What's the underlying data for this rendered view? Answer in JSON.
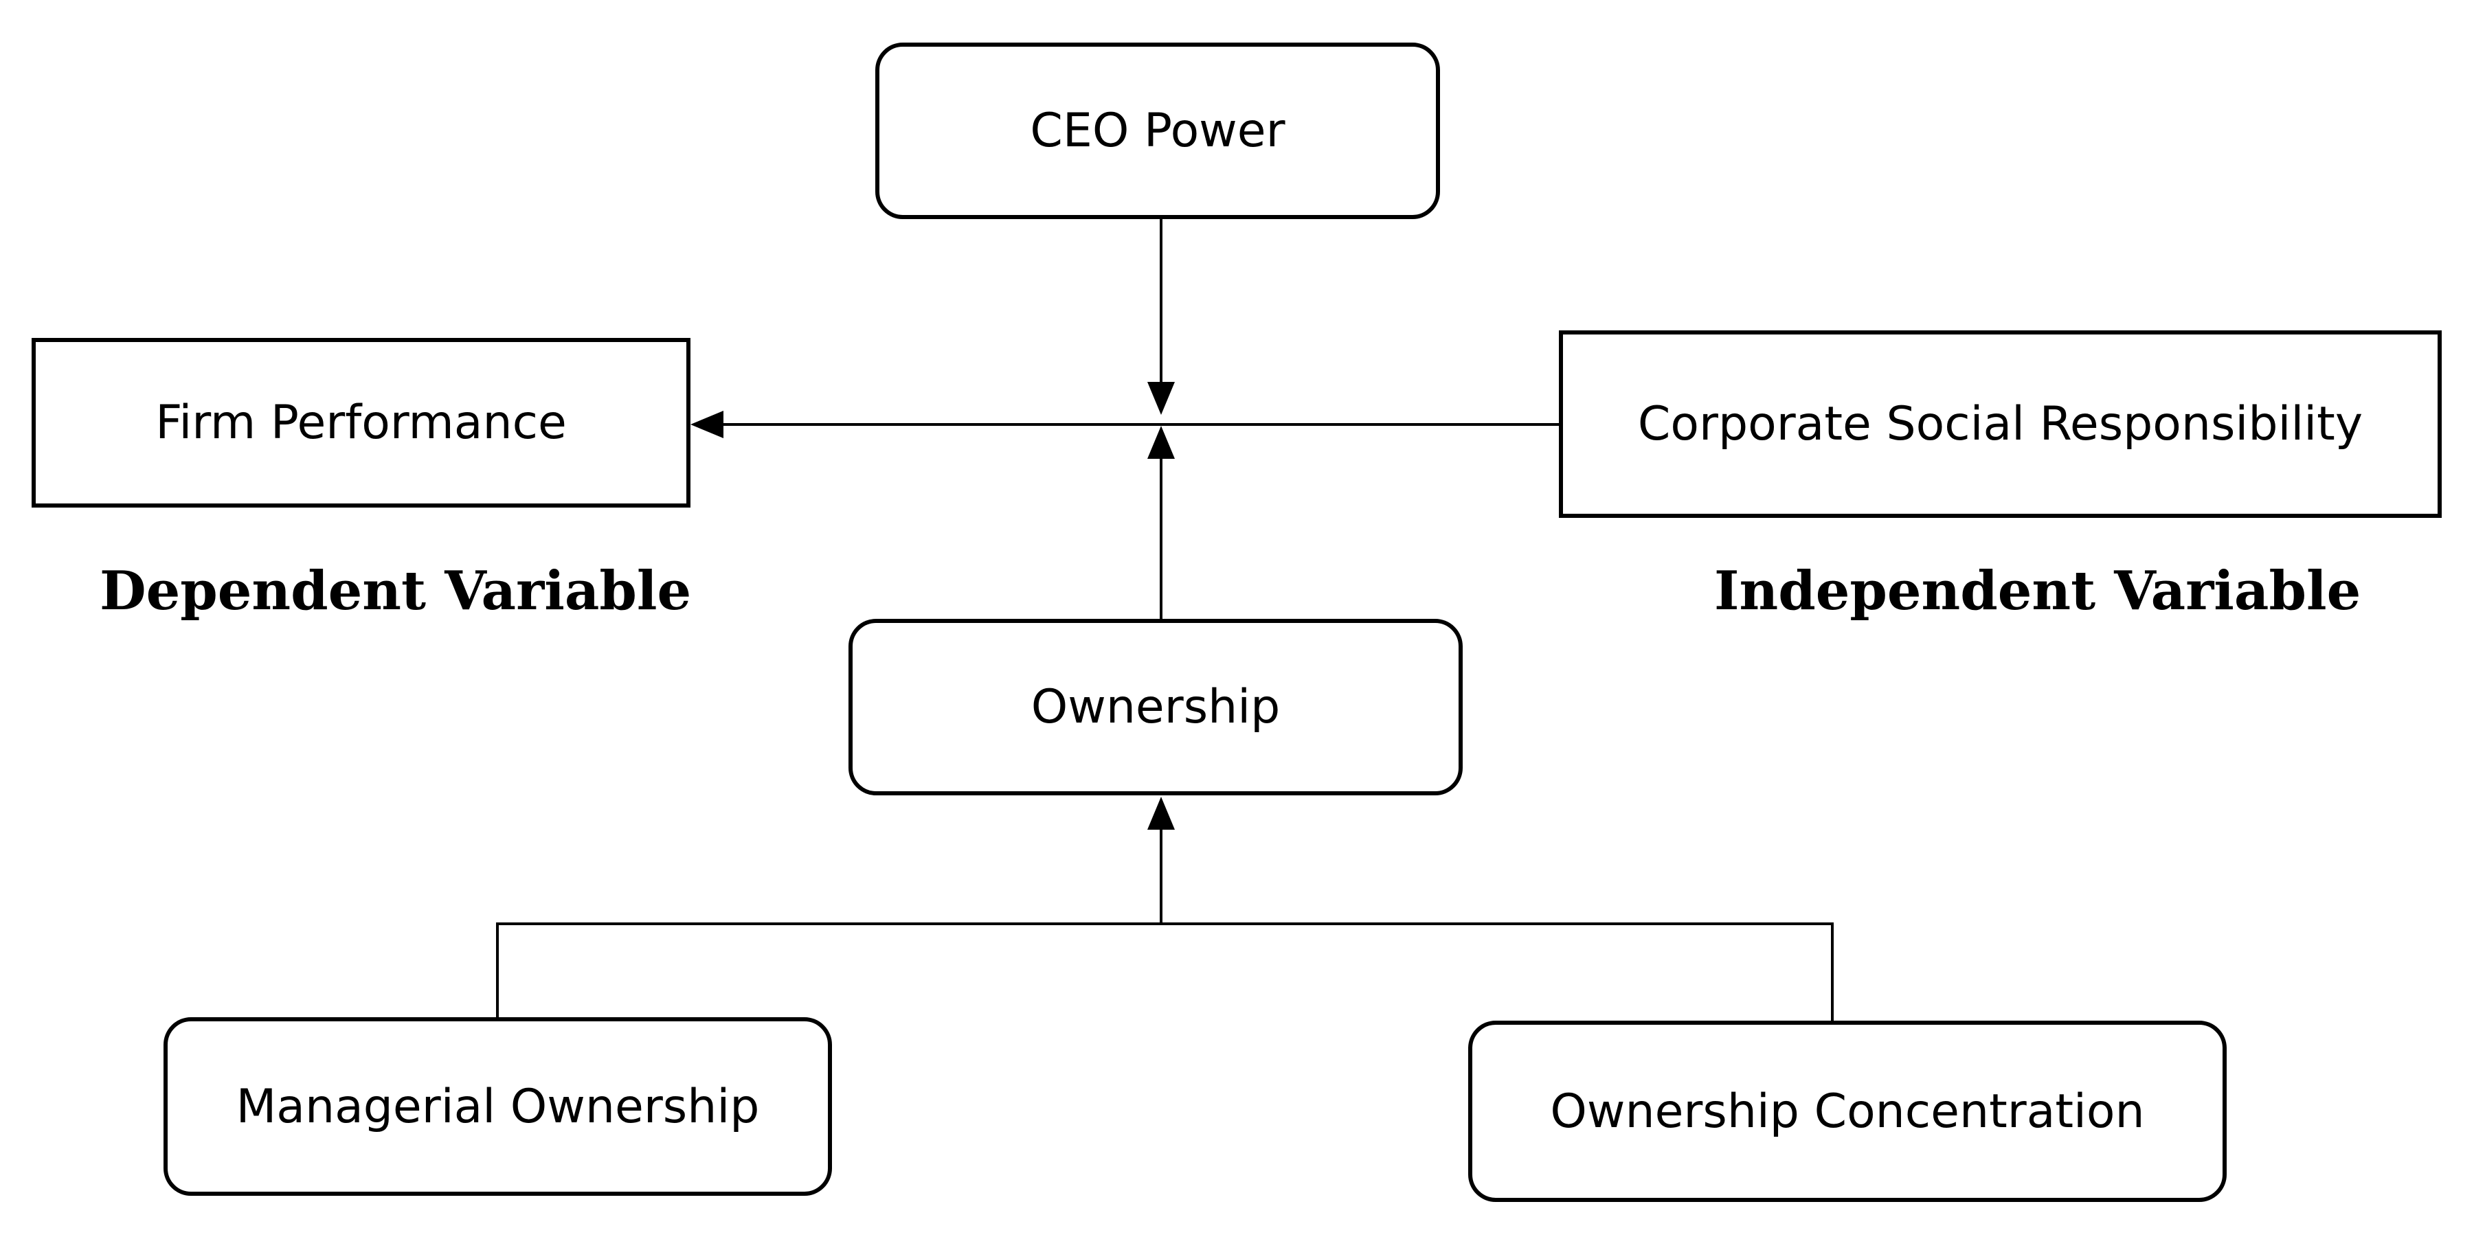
{
  "nodes": {
    "ceo_power": "CEO Power",
    "firm_performance": "Firm Performance",
    "corporate_social_responsibility": "Corporate Social Responsibility",
    "ownership": "Ownership",
    "managerial_ownership": "Managerial Ownership",
    "ownership_concentration": "Ownership Concentration"
  },
  "labels": {
    "dependent": "Dependent Variable",
    "independent": "Independent Variable"
  },
  "edges": [
    {
      "from": "corporate_social_responsibility",
      "to": "firm_performance"
    },
    {
      "from": "ceo_power",
      "to": "corporate_social_responsibility->firm_performance"
    },
    {
      "from": "ownership",
      "to": "corporate_social_responsibility->firm_performance"
    },
    {
      "from": "managerial_ownership",
      "to": "ownership"
    },
    {
      "from": "ownership_concentration",
      "to": "ownership"
    }
  ],
  "colors": {
    "line": "#000000",
    "background": "#ffffff"
  }
}
